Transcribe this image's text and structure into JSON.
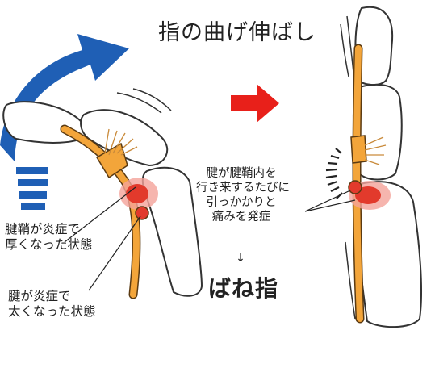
{
  "title": "指の曲げ伸ばし",
  "labels": {
    "sheath_line1": "腱鞘が炎症で",
    "sheath_line2": "厚くなった状態",
    "tendon_line1": "腱が炎症で",
    "tendon_line2": "太くなった状態"
  },
  "explanation": {
    "line1": "腱が腱鞘内を",
    "line2": "行き来するたびに",
    "line3": "引っかかりと",
    "line4": "痛みを発症",
    "arrow": "↓",
    "result": "ばね指"
  },
  "colors": {
    "bend_arrow": "#1f5fb5",
    "transition_arrow": "#e8201a",
    "tendon": "#f3a53a",
    "tendon_outline": "#5a3a12",
    "inflammation": "#e23a2c",
    "bone_outline": "#333333"
  },
  "icons": {
    "bend_arrow": "curved-arrow-icon",
    "transition_arrow": "right-arrow-icon",
    "snap_indicator": "snap-arc-icon"
  }
}
